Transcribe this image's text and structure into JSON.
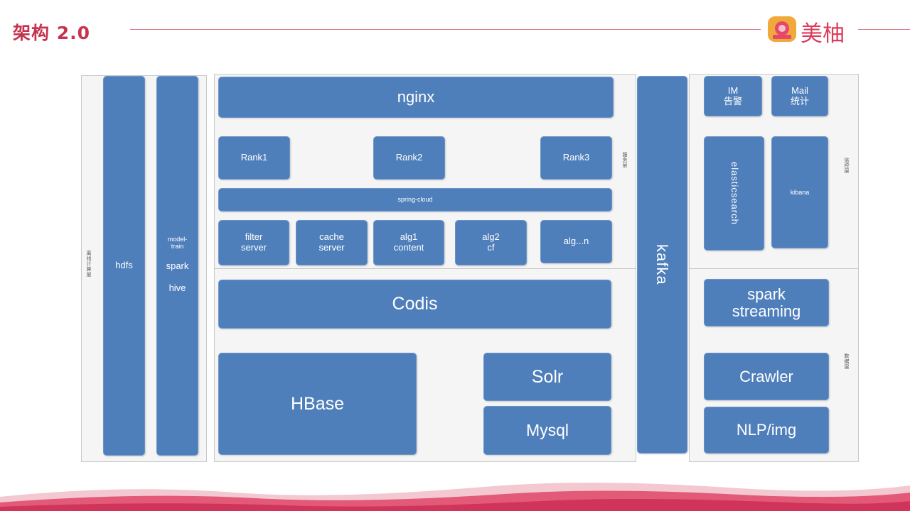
{
  "title": "架构 2.0",
  "logo": {
    "icon": "grapefruit-logo-icon",
    "text": "美柚"
  },
  "colors": {
    "accent": "#c4344f",
    "block": "#4f7fbb",
    "panel_bg": "#f5f5f5",
    "logo_orange": "#f0a93a"
  },
  "left_panel": {
    "side_label": "离线计算层",
    "hdfs": "hdfs",
    "model_train": "model-\ntrain",
    "spark": "spark",
    "hive": "hive"
  },
  "service_panel": {
    "side_label": "服务层",
    "nginx": "nginx",
    "ranks": [
      "Rank1",
      "Rank2",
      "Rank3"
    ],
    "spring_cloud": "spring-cloud",
    "services": [
      "filter\nserver",
      "cache\nserver",
      "alg1\ncontent",
      "alg2\ncf",
      "alg...n"
    ]
  },
  "storage": {
    "codis": "Codis",
    "hbase": "HBase",
    "solr": "Solr",
    "mysql": "Mysql"
  },
  "kafka": "kafka",
  "monitor_panel": {
    "side_label": "监控层",
    "im": "IM\n告警",
    "mail": "Mail\n统计",
    "elasticsearch": "elasticsearch",
    "kibana": "kibana"
  },
  "data_panel": {
    "side_label": "数据层",
    "spark_streaming": "spark\nstreaming",
    "crawler": "Crawler",
    "nlp": "NLP/img"
  }
}
